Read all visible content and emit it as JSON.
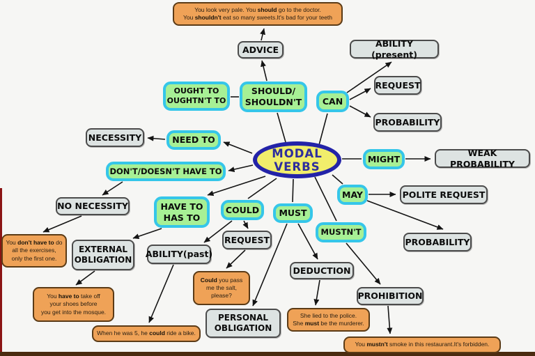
{
  "center": {
    "label": "MODAL VERBS"
  },
  "modals": {
    "should": {
      "label": "SHOULD/\nSHOULDN'T"
    },
    "ought": {
      "label": "OUGHT TO\nOUGHTN'T TO"
    },
    "can": {
      "label": "CAN"
    },
    "might": {
      "label": "MIGHT"
    },
    "may": {
      "label": "MAY"
    },
    "need_to": {
      "label": "NEED TO"
    },
    "dont_have_to": {
      "label": "DON'T/DOESN'T HAVE TO"
    },
    "have_to": {
      "label": "HAVE TO\nHAS TO"
    },
    "could": {
      "label": "COULD"
    },
    "must": {
      "label": "MUST"
    },
    "mustnt": {
      "label": "MUSTN'T"
    }
  },
  "meanings": {
    "advice": {
      "label": "ADVICE"
    },
    "ability_present": {
      "label": "ABILITY (present)"
    },
    "request_can": {
      "label": "REQUEST"
    },
    "probability_can": {
      "label": "PROBABILITY"
    },
    "necessity": {
      "label": "NECESSITY"
    },
    "weak_probability": {
      "label": "WEAK PROBABILITY"
    },
    "polite_request": {
      "label": "POLITE REQUEST"
    },
    "probability_may": {
      "label": "PROBABILITY"
    },
    "no_necessity": {
      "label": "NO NECESSITY"
    },
    "external_obligation": {
      "label": "EXTERNAL\nOBLIGATION"
    },
    "ability_past": {
      "label": "ABILITY(past)"
    },
    "request_could": {
      "label": "REQUEST"
    },
    "deduction": {
      "label": "DEDUCTION"
    },
    "prohibition": {
      "label": "PROHIBITION"
    },
    "personal_obligation": {
      "label": "PERSONAL\nOBLIGATION"
    }
  },
  "examples": {
    "should_example": {
      "segments": [
        {
          "t": "You look very pale. You ",
          "b": false
        },
        {
          "t": "should",
          "b": true
        },
        {
          "t": " go to the doctor.\nYou ",
          "b": false
        },
        {
          "t": "shouldn't",
          "b": true
        },
        {
          "t": " eat so many sweets.It's bad for your teeth",
          "b": false
        }
      ]
    },
    "dont_have_to_example": {
      "segments": [
        {
          "t": "You ",
          "b": false
        },
        {
          "t": "don't have to",
          "b": true
        },
        {
          "t": " do\nall the exercises,\nonly the first one.",
          "b": false
        }
      ]
    },
    "salt_example": {
      "segments": [
        {
          "t": "Could",
          "b": true
        },
        {
          "t": " you pass\nme the salt,\nplease?",
          "b": false
        }
      ]
    },
    "mosque_example": {
      "segments": [
        {
          "t": "You ",
          "b": false
        },
        {
          "t": "have to",
          "b": true
        },
        {
          "t": " take off\nyour shoes before\nyou get into the mosque.",
          "b": false
        }
      ]
    },
    "bike_example": {
      "segments": [
        {
          "t": "When he was 5, he ",
          "b": false
        },
        {
          "t": "could",
          "b": true
        },
        {
          "t": " ride a bike.",
          "b": false
        }
      ]
    },
    "police_example": {
      "segments": [
        {
          "t": "She lied to the police.\nShe ",
          "b": false
        },
        {
          "t": "must",
          "b": true
        },
        {
          "t": " be the murderer.",
          "b": false
        }
      ]
    },
    "smoke_example": {
      "segments": [
        {
          "t": "You ",
          "b": false
        },
        {
          "t": "mustn't",
          "b": true
        },
        {
          "t": " smoke in this restaurant.It's forbidden.",
          "b": false
        }
      ]
    }
  },
  "colors": {
    "modal_fill": "#a7f095",
    "modal_border": "#35c6e9",
    "meaning_fill": "#dde3e2",
    "meaning_border": "#4b4b4b",
    "example_fill": "#efa257",
    "example_border": "#5b3b16",
    "center_fill": "#f1ee6b",
    "center_border": "#2323a8",
    "center_text": "#2d2d9e",
    "connector": "#141414"
  }
}
